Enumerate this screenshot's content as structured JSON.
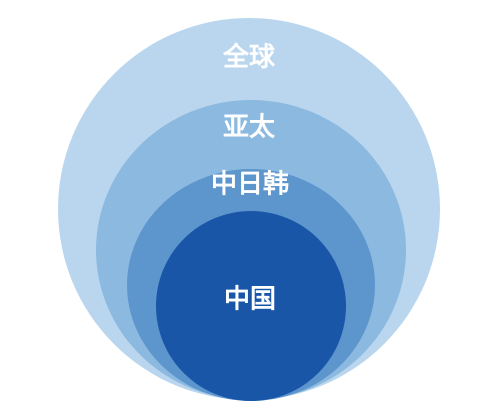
{
  "diagram": {
    "type": "nested-circles",
    "levels": [
      {
        "label": "全球",
        "color": "#b9d6ee"
      },
      {
        "label": "亚太",
        "color": "#8cb9e0"
      },
      {
        "label": "中日韩",
        "color": "#5d95cd"
      },
      {
        "label": "中国",
        "color": "#1a56a8"
      }
    ]
  }
}
